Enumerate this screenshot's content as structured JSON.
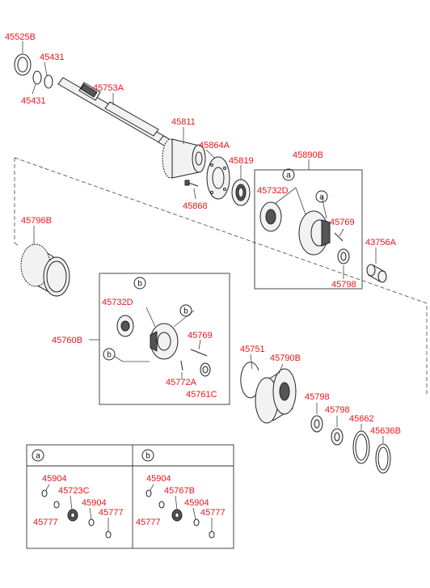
{
  "labels": {
    "p45525B": "45525B",
    "p45431a": "45431",
    "p45431b": "45431",
    "p45753A": "45753A",
    "p45811": "45811",
    "p45864A": "45864A",
    "p45819": "45819",
    "p45868": "45868",
    "p45890B": "45890B",
    "p45732D_top": "45732D",
    "p45769_top": "45769",
    "p43756A": "43756A",
    "p45798_top": "45798",
    "p45796B": "45796B",
    "p45732D_mid": "45732D",
    "p45760B": "45760B",
    "p45769_mid": "45769",
    "p45772A": "45772A",
    "p45761C": "45761C",
    "p45751": "45751",
    "p45790B": "45790B",
    "p45798_a": "45798",
    "p45798_b": "45798",
    "p45662": "45662",
    "p45636B": "45636B"
  },
  "callouts": {
    "a": "a",
    "b": "b"
  },
  "legend": {
    "a": {
      "key": "a",
      "labels": [
        "45904",
        "45723C",
        "45904",
        "45777",
        "45777"
      ]
    },
    "b": {
      "key": "b",
      "labels": [
        "45904",
        "45767B",
        "45904",
        "45777",
        "45777"
      ]
    }
  },
  "colors": {
    "label": "#e8141b",
    "line": "#222222"
  }
}
